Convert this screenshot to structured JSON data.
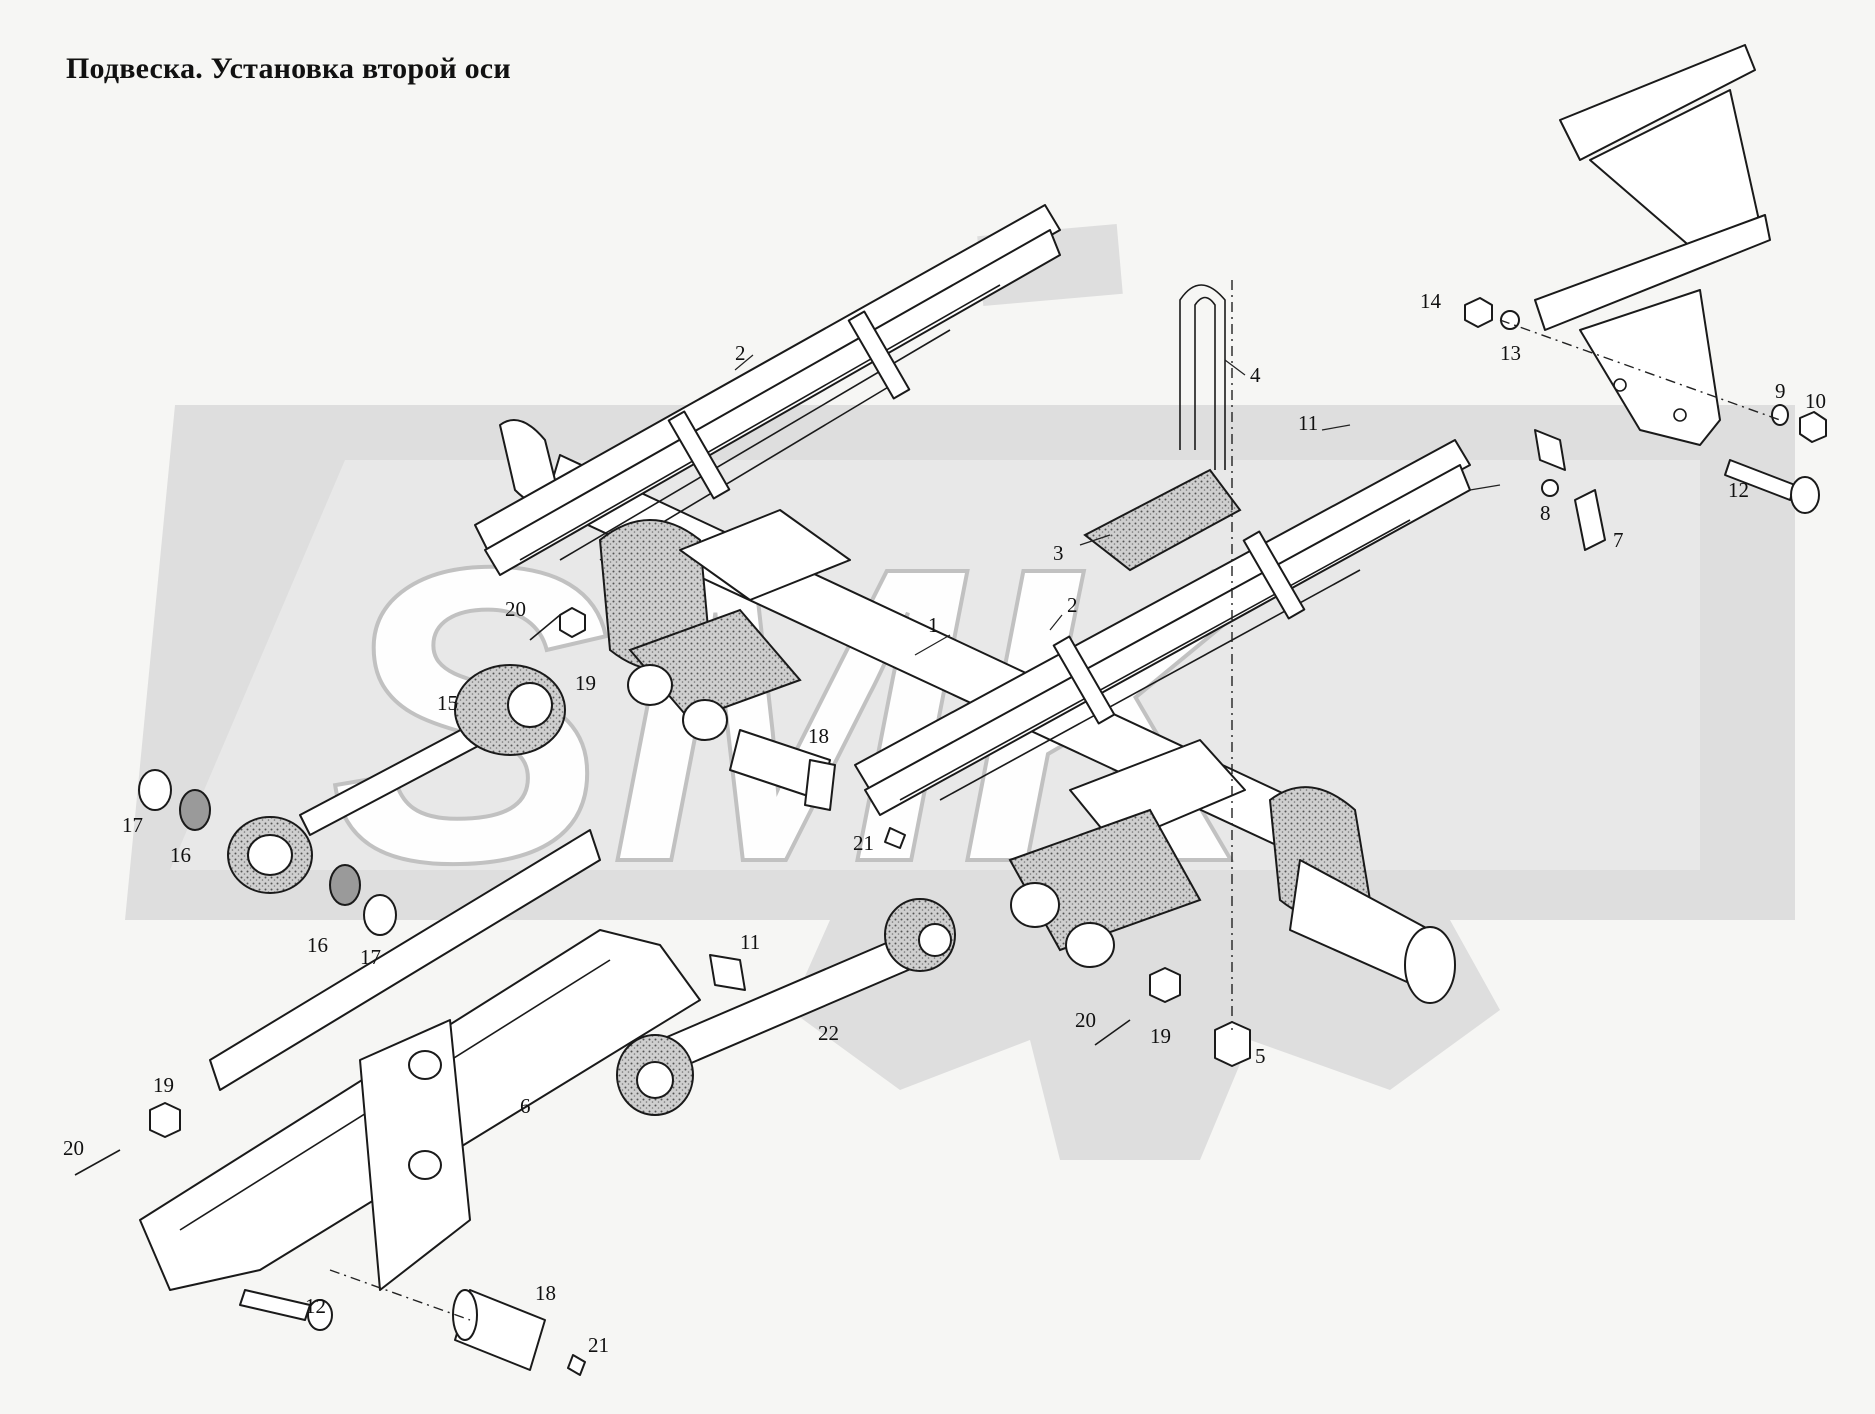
{
  "title": "Подвеска. Установка второй оси",
  "watermark": "SMK",
  "colors": {
    "watermark": "#d8d8d8",
    "ink": "#1a1a1a",
    "background": "#f6f6f4"
  },
  "labels": [
    {
      "id": "l2a",
      "text": "2"
    },
    {
      "id": "l2b",
      "text": "2"
    },
    {
      "id": "l4",
      "text": "4"
    },
    {
      "id": "l3",
      "text": "3"
    },
    {
      "id": "l1",
      "text": "1"
    },
    {
      "id": "l14",
      "text": "14"
    },
    {
      "id": "l13",
      "text": "13"
    },
    {
      "id": "l11a",
      "text": "11"
    },
    {
      "id": "l9",
      "text": "9"
    },
    {
      "id": "l10",
      "text": "10"
    },
    {
      "id": "l12a",
      "text": "12"
    },
    {
      "id": "l8",
      "text": "8"
    },
    {
      "id": "l7",
      "text": "7"
    },
    {
      "id": "l20a",
      "text": "20"
    },
    {
      "id": "l19a",
      "text": "19"
    },
    {
      "id": "l15",
      "text": "15"
    },
    {
      "id": "l18a",
      "text": "18"
    },
    {
      "id": "l17a",
      "text": "17"
    },
    {
      "id": "l16a",
      "text": "16"
    },
    {
      "id": "l21a",
      "text": "21"
    },
    {
      "id": "l16b",
      "text": "16"
    },
    {
      "id": "l17b",
      "text": "17"
    },
    {
      "id": "l11b",
      "text": "11"
    },
    {
      "id": "l22",
      "text": "22"
    },
    {
      "id": "l20b",
      "text": "20"
    },
    {
      "id": "l19b",
      "text": "19"
    },
    {
      "id": "l5",
      "text": "5"
    },
    {
      "id": "l6",
      "text": "6"
    },
    {
      "id": "l19c",
      "text": "19"
    },
    {
      "id": "l20c",
      "text": "20"
    },
    {
      "id": "l12b",
      "text": "12"
    },
    {
      "id": "l18b",
      "text": "18"
    },
    {
      "id": "l21b",
      "text": "21"
    }
  ]
}
